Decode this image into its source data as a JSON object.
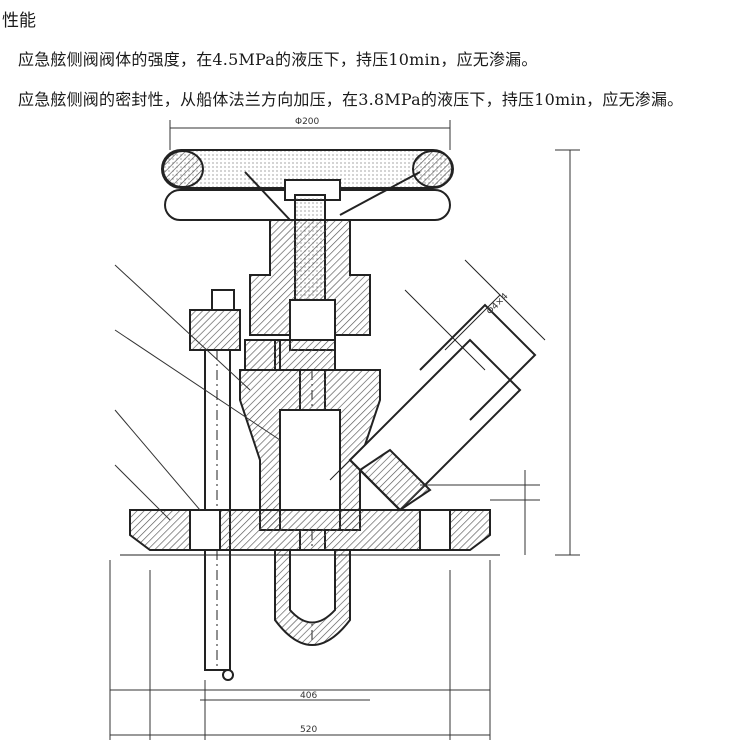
{
  "section": {
    "heading": "性能"
  },
  "paragraphs": [
    "应急舷侧阀阀体的强度，在4.5MPa的液压下，持压10min，应无渗漏。",
    "应急舷侧阀的密封性，从船体法兰方向加压，在3.8MPa的液压下，持压10min，应无渗漏。"
  ],
  "drawing": {
    "labels": {
      "handwheel_dia": "Φ200",
      "flange_dim": "Φ4×4",
      "bottom_width": "520",
      "lower_dim": "406"
    },
    "colors": {
      "line": "#222222",
      "hatch": "#555555"
    }
  }
}
